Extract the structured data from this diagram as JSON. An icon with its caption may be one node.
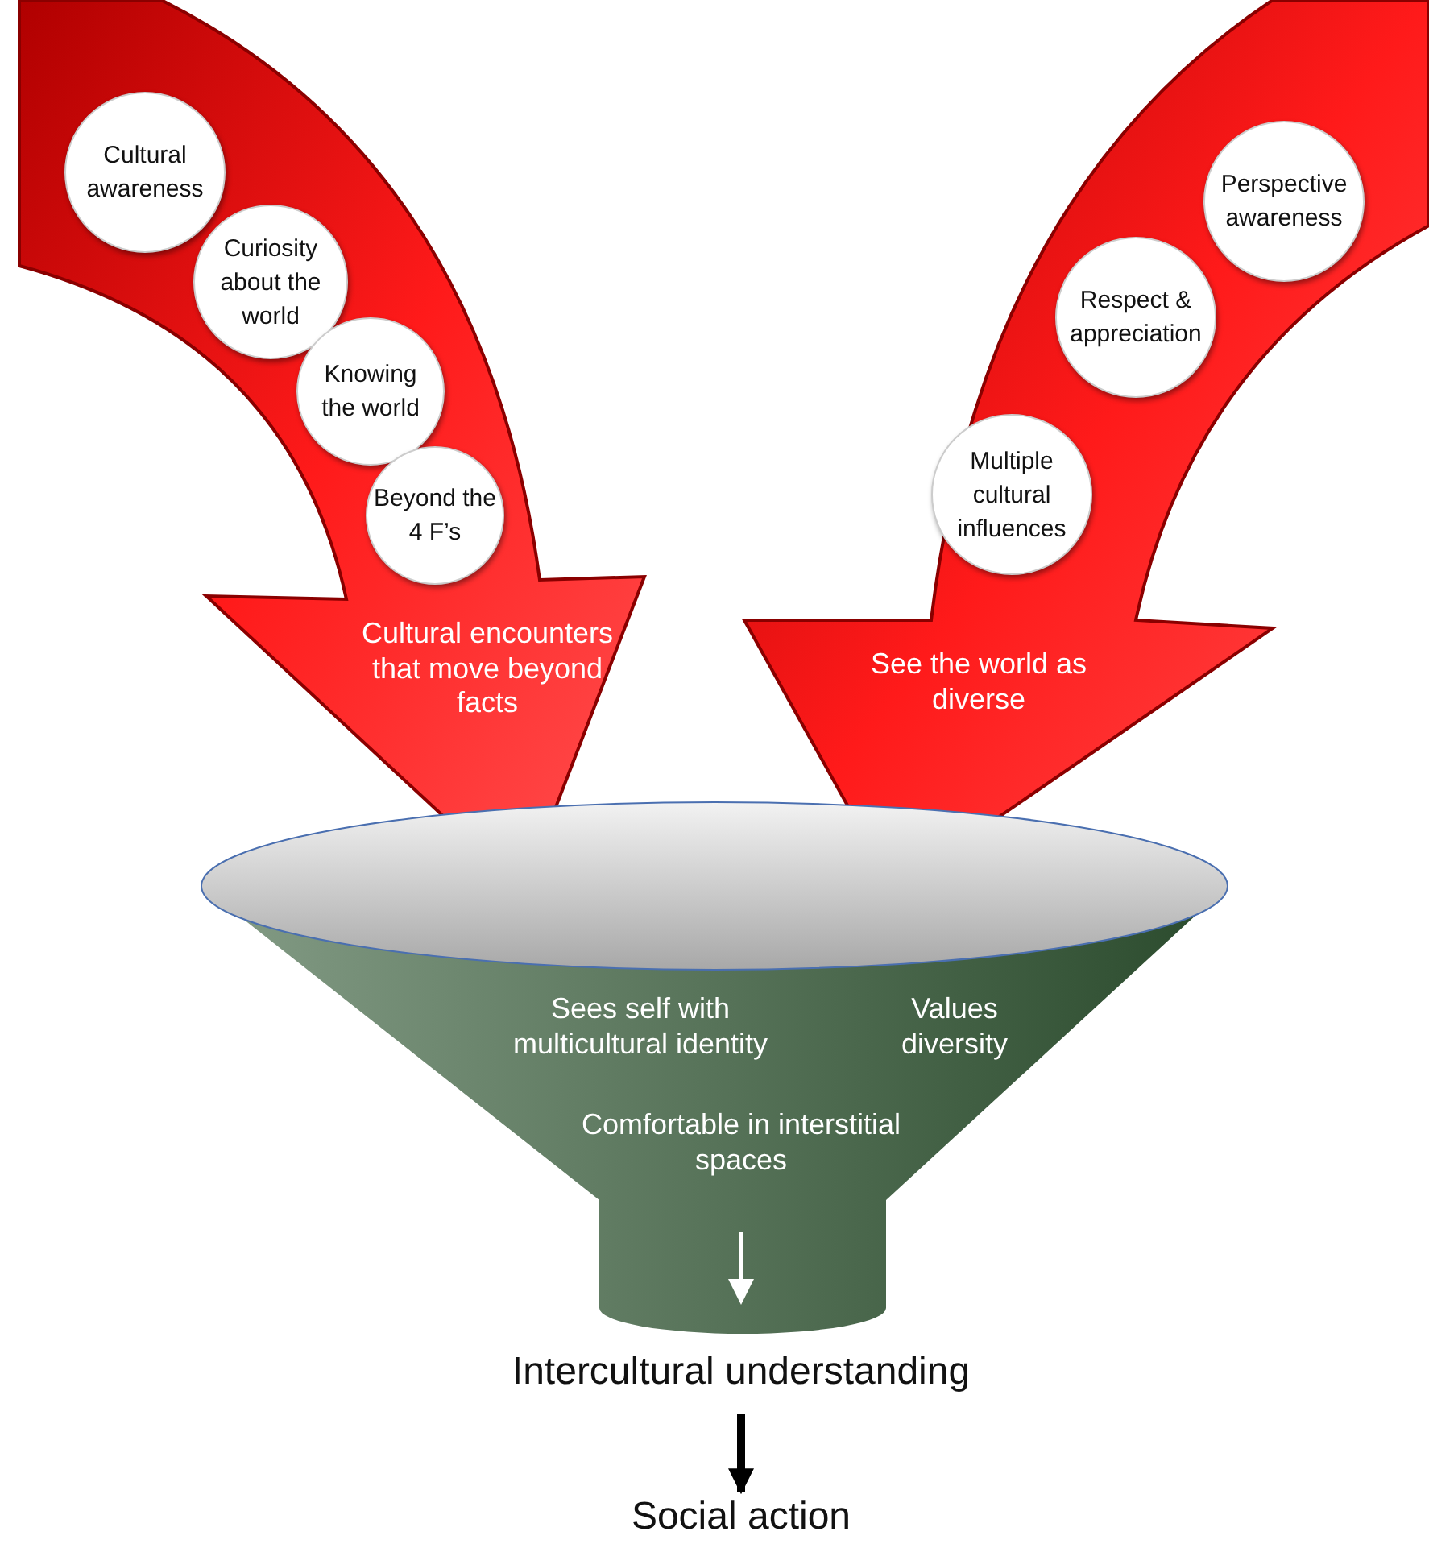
{
  "diagram": {
    "nodes": [
      {
        "text": [
          "Cultural encounters that move beyond facts"
        ]
      },
      {
        "text": [
          "Cultural awareness"
        ],
        "in": 0
      },
      {
        "text": [
          "Curiosity about the world"
        ],
        "in": 0
      },
      {
        "text": [
          "Knowing the world"
        ],
        "in": 0
      },
      {
        "text": [
          "Beyond the 4 F’s"
        ],
        "in": 0
      },
      {
        "text": [
          "See the world as diverse"
        ]
      },
      {
        "text": [
          "Perspective awareness"
        ],
        "in": 5
      },
      {
        "text": [
          "Respect & appreciation"
        ],
        "in": 5
      },
      {
        "text": [
          "Multiple cultural influences"
        ],
        "in": 5
      },
      {
        "text": [
          "Sees self with multicultural identity",
          "Values diversity",
          "Comfortable in interstitial spaces"
        ]
      },
      {
        "text": [
          "Intercultural understanding"
        ]
      },
      {
        "text": [
          "Social action"
        ]
      }
    ],
    "edges": [
      {
        "from": 10,
        "to": 11,
        "arrow": "to"
      }
    ]
  }
}
